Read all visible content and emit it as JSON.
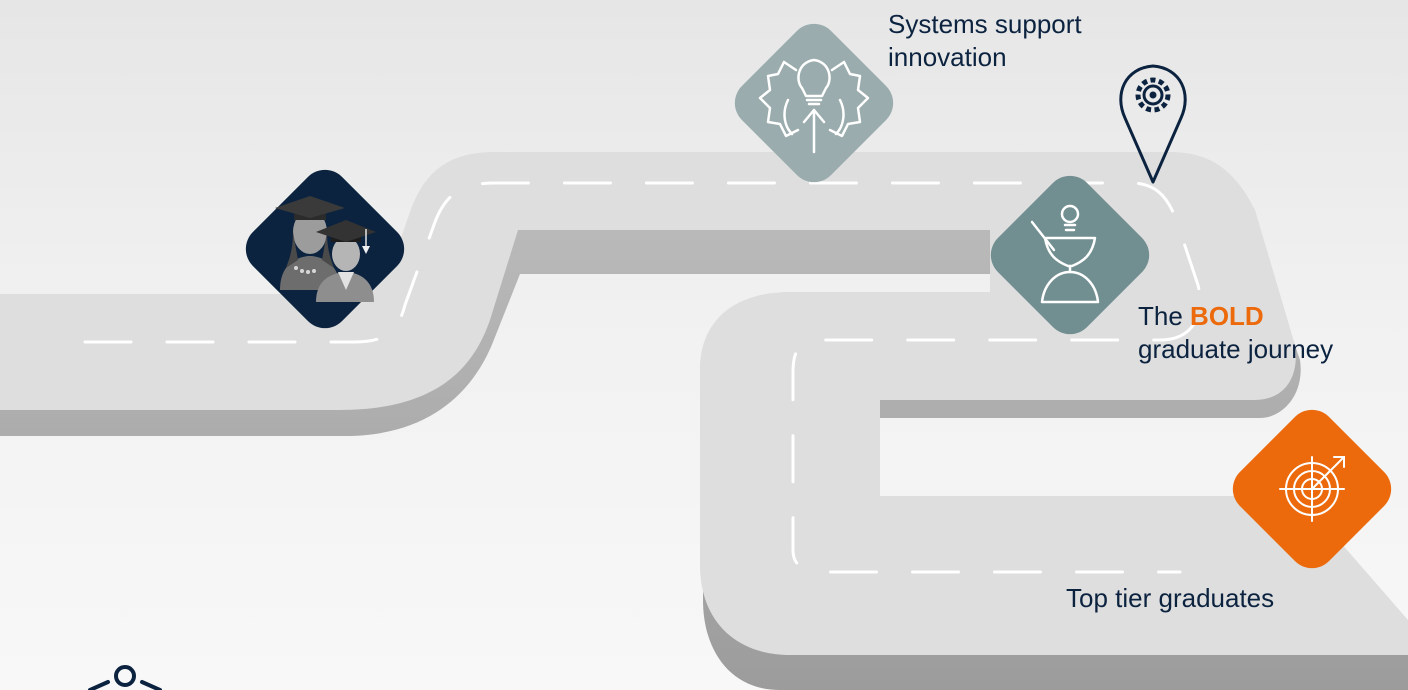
{
  "labels": {
    "systems_line1": "Systems support",
    "systems_line2": "innovation",
    "journey_prefix": "The",
    "journey_bold": "BOLD",
    "journey_line2": "graduate journey",
    "top_tier": "Top tier graduates"
  },
  "icons": {
    "graduates": "graduates-icon",
    "innovation": "lightbulb-gear-icon",
    "map_pin": "gear-map-pin-icon",
    "thinker": "thinker-icon",
    "target": "target-arrow-icon",
    "people": "people-network-icon"
  },
  "colors": {
    "navy": "#0c2340",
    "sage": "#9aacad",
    "teal": "#718e90",
    "orange": "#ec6a0c",
    "road_top": "#dedede",
    "road_side": "#b2b2b2",
    "dash": "#ffffff"
  }
}
